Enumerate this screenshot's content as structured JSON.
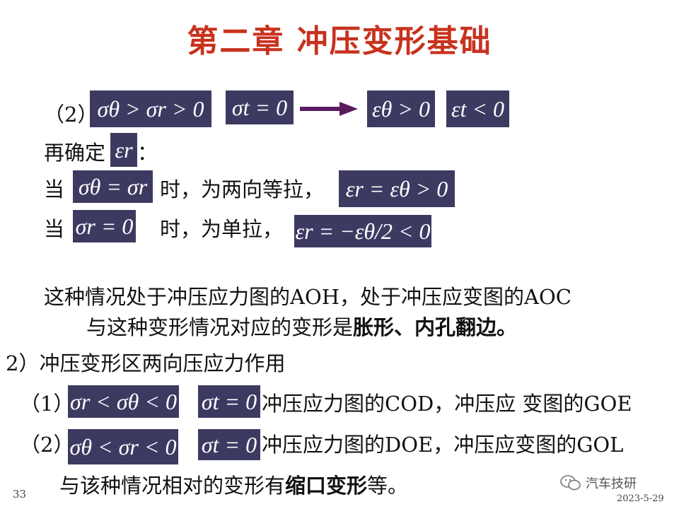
{
  "slide": {
    "title": "第二章  冲压变形基础",
    "row_top": {
      "label": "（2）",
      "f1": "σθ > σr > 0",
      "f2": "σt = 0",
      "f3": "εθ > 0",
      "f4": "εt < 0"
    },
    "line_determine": {
      "prefix": "再确定",
      "formula": "εr",
      "suffix": "："
    },
    "case1": {
      "prefix": "当",
      "cond": "σθ = σr",
      "middle": "时，为两向等拉，",
      "result": "εr = εθ > 0"
    },
    "case2": {
      "prefix": "当",
      "cond": "σr = 0",
      "middle": "时，为单拉，",
      "result": "εr = −εθ/2 < 0"
    },
    "para1": {
      "line1": "这种情况处于冲压应力图的AOH，处于冲压应变图的AOC",
      "line2_normal": "与这种变形情况对应的变形是",
      "line2_bold": "胀形、内孔翻边。"
    },
    "section2": {
      "heading": "2）冲压变形区两向压应力作用",
      "sub1": {
        "label": "（1）",
        "f1": "σr < σθ < 0",
        "f2": "σt = 0",
        "text": "冲压应力图的COD，冲压应 变图的GOE"
      },
      "sub2": {
        "label": "（2）",
        "f1": "σθ < σr < 0",
        "f2": "σt = 0",
        "text": "冲压应力图的DOE，冲压应变图的GOL"
      },
      "footer_normal": "与该种情况相对的变形有",
      "footer_bold": "缩口变形",
      "footer_end": "等。"
    },
    "page_number": "33",
    "date": "2023-5-29",
    "watermark": "汽车技研"
  },
  "colors": {
    "title": "#c8321e",
    "formula_box": "#3d3a62",
    "arrow": "#5a1a5e"
  }
}
